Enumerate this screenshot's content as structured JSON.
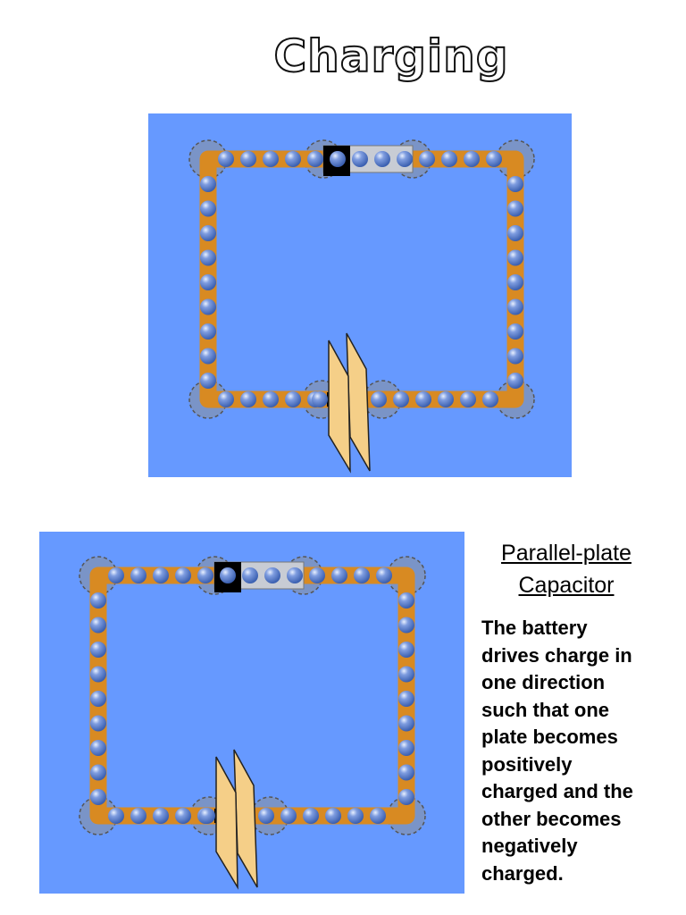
{
  "title": "Charging",
  "caption": {
    "title_line1": "Parallel-plate",
    "title_line2": "Capacitor",
    "body_lines": [
      "The battery",
      "drives charge in",
      "one direction",
      "such that one",
      "plate becomes",
      "positively",
      "charged and the",
      "other becomes",
      "negatively",
      "charged."
    ]
  },
  "colors": {
    "background": "#6699ff",
    "wire": "#d88a22",
    "charge": "#3a5fb0",
    "battery_body": "#c8ccd4",
    "battery_terminal": "#000000",
    "plate": "#f5cf88"
  }
}
